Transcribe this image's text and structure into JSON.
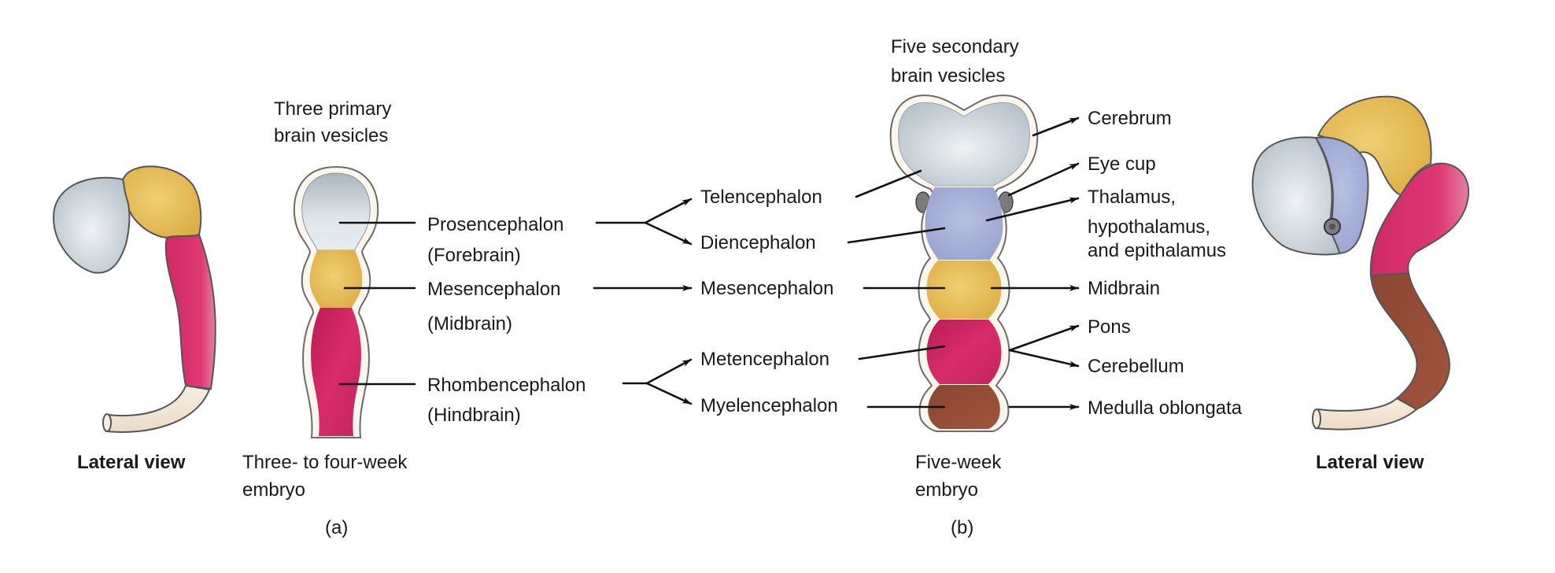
{
  "colors": {
    "forebrain_grey": "#d9e1e8",
    "forebrain_grey_dark": "#b9c4cc",
    "diencephalon_lavender": "#a9b3d8",
    "midbrain_yellow": "#e9c15a",
    "hindbrain_magenta": "#cc2a66",
    "medulla_brown": "#8e4a33",
    "spinal_cord_cream": "#f3e6d6",
    "eye_cup_grey": "#6e6e6e",
    "line": "#111111"
  },
  "panel_a": {
    "heading": [
      "Three primary",
      "brain vesicles"
    ],
    "lateral_view_label": "Lateral view",
    "caption": [
      "Three- to four-week",
      "embryo"
    ],
    "panel_letter": "(a)",
    "primary_vesicles": [
      {
        "name": "Prosencephalon",
        "common": "(Forebrain)",
        "color_key": "forebrain_grey",
        "becomes": [
          "Telencephalon",
          "Diencephalon"
        ]
      },
      {
        "name": "Mesencephalon",
        "common": "(Midbrain)",
        "color_key": "midbrain_yellow",
        "becomes": [
          "Mesencephalon"
        ]
      },
      {
        "name": "Rhombencephalon",
        "common": "(Hindbrain)",
        "color_key": "hindbrain_magenta",
        "becomes": [
          "Metencephalon",
          "Myelencephalon"
        ]
      }
    ]
  },
  "panel_b": {
    "heading": [
      "Five secondary",
      "brain vesicles"
    ],
    "lateral_view_label": "Lateral view",
    "caption": [
      "Five-week",
      "embryo"
    ],
    "panel_letter": "(b)",
    "secondary_vesicles": [
      {
        "name": "Telencephalon",
        "color_key": "forebrain_grey",
        "adult_structures": [
          "Cerebrum"
        ]
      },
      {
        "name": "Diencephalon",
        "color_key": "diencephalon_lavender",
        "adult_structures": [
          "Eye cup",
          "Thalamus, hypothalamus, and epithalamus"
        ]
      },
      {
        "name": "Mesencephalon",
        "color_key": "midbrain_yellow",
        "adult_structures": [
          "Midbrain"
        ]
      },
      {
        "name": "Metencephalon",
        "color_key": "hindbrain_magenta",
        "adult_structures": [
          "Pons",
          "Cerebellum"
        ]
      },
      {
        "name": "Myelencephalon",
        "color_key": "medulla_brown",
        "adult_structures": [
          "Medulla oblongata"
        ]
      }
    ],
    "adult_labels": {
      "cerebrum": "Cerebrum",
      "eye_cup": "Eye cup",
      "thalamus_lines": [
        "Thalamus,",
        "hypothalamus,",
        "and epithalamus"
      ],
      "midbrain": "Midbrain",
      "pons": "Pons",
      "cerebellum": "Cerebellum",
      "medulla": "Medulla oblongata"
    }
  }
}
